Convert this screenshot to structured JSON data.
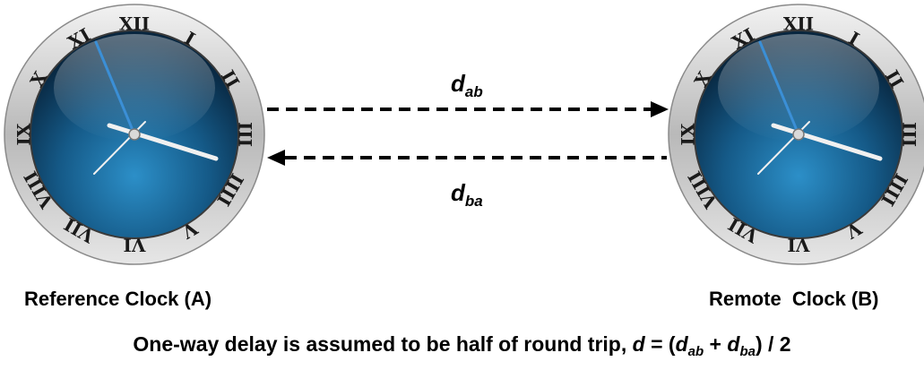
{
  "clocks": [
    {
      "id": "A",
      "caption": "Reference Clock (A)",
      "numerals": [
        "XII",
        "I",
        "II",
        "III",
        "IIII",
        "V",
        "VI",
        "VII",
        "VIII",
        "IX",
        "X",
        "XI"
      ]
    },
    {
      "id": "B",
      "caption": "Remote  Clock (B)",
      "numerals": [
        "XII",
        "I",
        "II",
        "III",
        "IIII",
        "V",
        "VI",
        "VII",
        "VIII",
        "IX",
        "X",
        "XI"
      ]
    }
  ],
  "delays": {
    "forward": {
      "symbol": "d",
      "subscript": "ab",
      "direction": "A to B"
    },
    "reverse": {
      "symbol": "d",
      "subscript": "ba",
      "direction": "B to A"
    }
  },
  "formula": {
    "prefix": "One-way delay is assumed to be half of round trip, ",
    "lhs": "d",
    "equals": " = (",
    "term1": "d",
    "term1_sub": "ab",
    "plus": " + ",
    "term2": "d",
    "term2_sub": "ba",
    "suffix": ") / 2"
  },
  "colors": {
    "arrow": "#000000",
    "dial_blue": "#1f6fa3",
    "bezel": "#c9c9c9"
  }
}
